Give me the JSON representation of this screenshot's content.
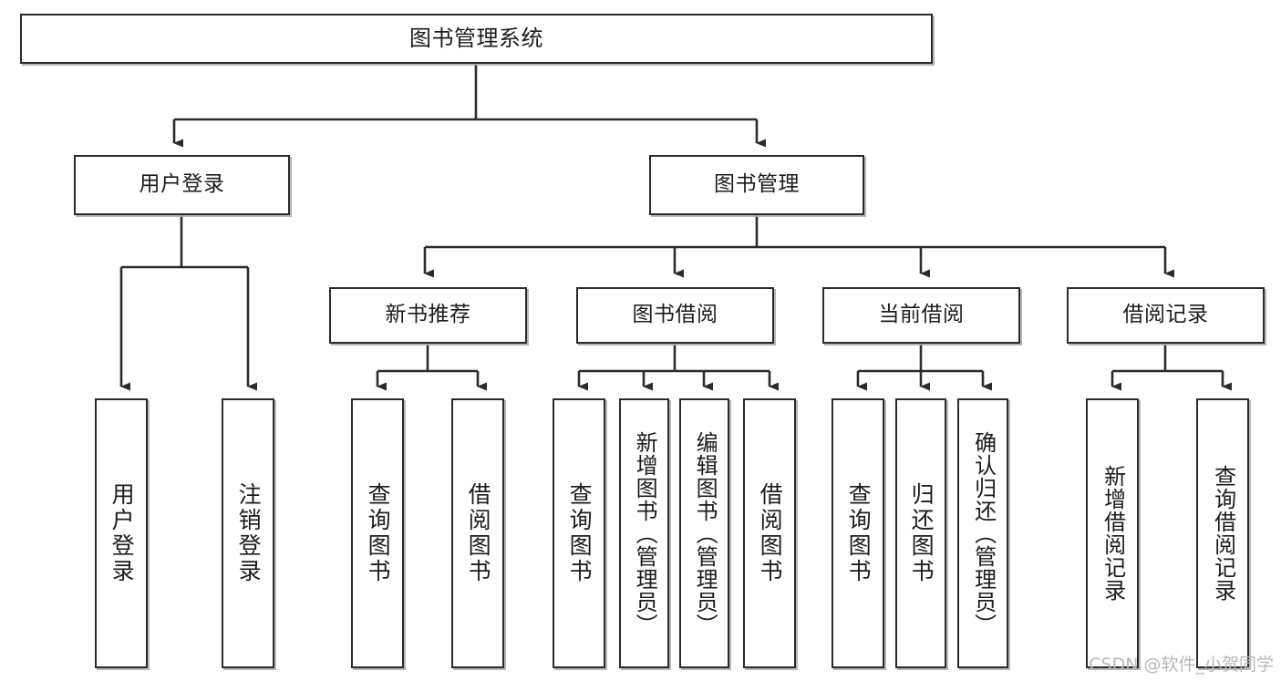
{
  "diagram": {
    "title": "图书管理系统",
    "type": "tree-hierarchy",
    "colors": {
      "box_border": "#2b2b2b",
      "box_fill": "#ffffff",
      "edge": "#2b2b2b",
      "shadow": "#aaaaaa",
      "watermark": "#b9b9b9",
      "background": "#ffffff"
    },
    "watermark": "CSDN @软件_小贺同学",
    "nodes": {
      "root": {
        "label": "图书管理系统"
      },
      "level2": [
        {
          "label": "用户登录"
        },
        {
          "label": "图书管理"
        }
      ],
      "level3": [
        {
          "label": "新书推荐"
        },
        {
          "label": "图书借阅"
        },
        {
          "label": "当前借阅"
        },
        {
          "label": "借阅记录"
        }
      ],
      "leaves": {
        "user_login": [
          {
            "label": "用户登录"
          },
          {
            "label": "注销登录"
          }
        ],
        "new_book": [
          {
            "label": "查询图书"
          },
          {
            "label": "借阅图书"
          }
        ],
        "book_borrow": [
          {
            "label": "查询图书"
          },
          {
            "label": "新增图书（管理员）"
          },
          {
            "label": "编辑图书（管理员）"
          },
          {
            "label": "借阅图书"
          }
        ],
        "current_borrow": [
          {
            "label": "查询图书"
          },
          {
            "label": "归还图书"
          },
          {
            "label": "确认归还（管理员）"
          }
        ],
        "borrow_record": [
          {
            "label": "新增借阅记录"
          },
          {
            "label": "查询借阅记录"
          }
        ]
      }
    }
  }
}
